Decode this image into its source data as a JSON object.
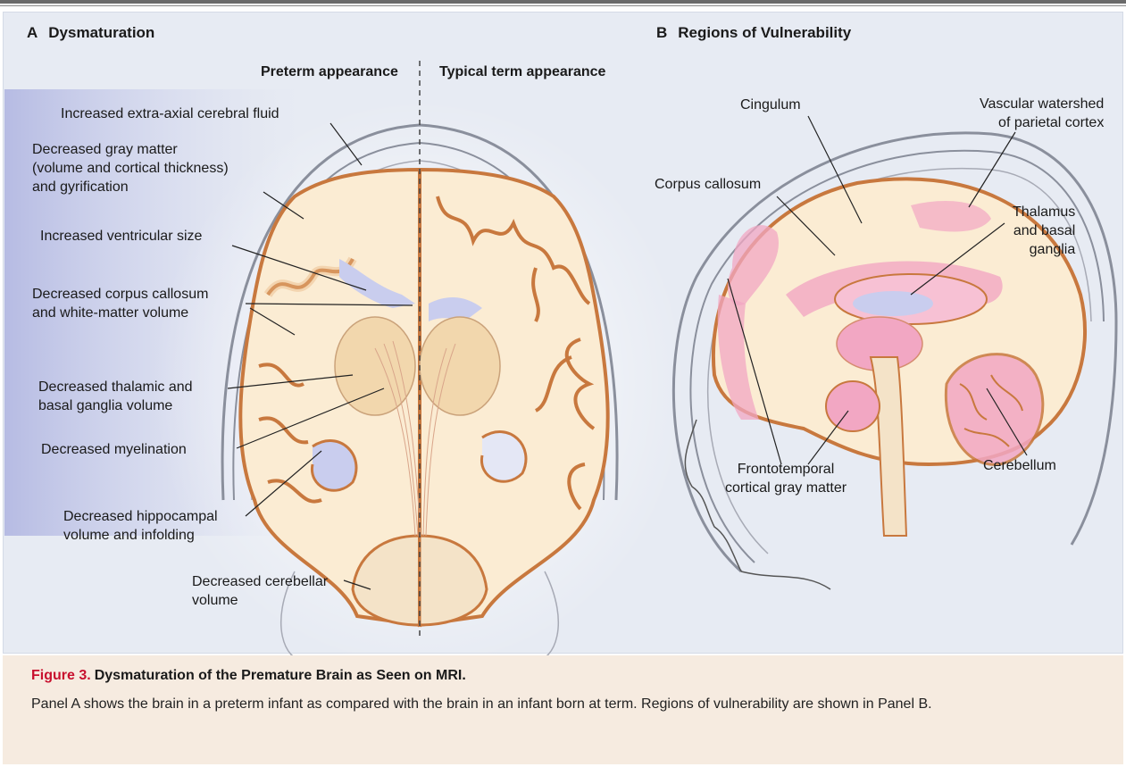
{
  "panel_a": {
    "letter": "A",
    "title": "Dysmaturation",
    "left_heading": "Preterm appearance",
    "right_heading": "Typical term appearance",
    "labels": {
      "extra_axial": [
        "Increased extra-axial cerebral fluid"
      ],
      "gray_matter": [
        "Decreased gray matter",
        "(volume and cortical thickness)",
        "and gyrification"
      ],
      "ventricular": [
        "Increased ventricular size"
      ],
      "corpus_callosum": [
        "Decreased corpus callosum",
        "and white-matter volume"
      ],
      "thalamic": [
        "Decreased thalamic and",
        "basal ganglia volume"
      ],
      "myelination": [
        "Decreased myelination"
      ],
      "hippocampal": [
        "Decreased hippocampal",
        "volume and infolding"
      ],
      "cerebellar": [
        "Decreased cerebellar",
        "volume"
      ]
    }
  },
  "panel_b": {
    "letter": "B",
    "title": "Regions of Vulnerability",
    "labels": {
      "cingulum": [
        "Cingulum"
      ],
      "watershed": [
        "Vascular watershed",
        "of parietal cortex"
      ],
      "corpus_callosum": [
        "Corpus callosum"
      ],
      "thalamus": [
        "Thalamus",
        "and basal",
        "ganglia"
      ],
      "frontotemporal": [
        "Frontotemporal",
        "cortical gray matter"
      ],
      "cerebellum": [
        "Cerebellum"
      ]
    }
  },
  "caption": {
    "figure_number": "Figure 3.",
    "title": "Dysmaturation of the Premature Brain as Seen on MRI.",
    "text": "Panel A shows the brain in a preterm infant as compared with the brain in an infant born at term. Regions of vulnerability are shown in Panel B."
  },
  "colors": {
    "panel_background": "#e7ebf3",
    "caption_background": "#f6ebe0",
    "figure_number": "#c8102e",
    "cortex_outline": "#c8783e",
    "white_matter": "#fbecd3",
    "vulnerable_region": "#f2a7c3"
  }
}
